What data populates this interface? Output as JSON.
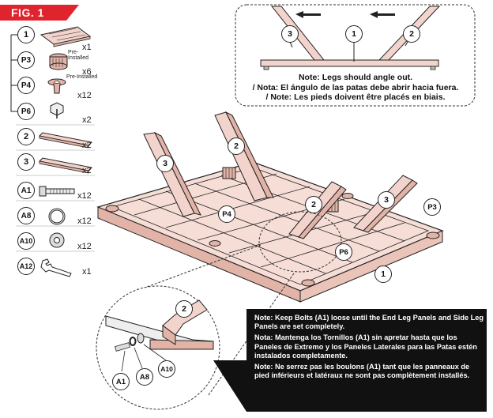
{
  "figure_label": "FIG. 1",
  "parts": [
    {
      "id": "1",
      "qty": "x1",
      "note": "Pre-Installed"
    },
    {
      "id": "P3",
      "qty": "x6",
      "note": "Pre-Installed"
    },
    {
      "id": "P4",
      "qty": "x12",
      "note": ""
    },
    {
      "id": "P6",
      "qty": "x2",
      "note": ""
    },
    {
      "id": "2",
      "qty": "x2",
      "note": ""
    },
    {
      "id": "3",
      "qty": "x2",
      "note": ""
    },
    {
      "id": "A1",
      "qty": "x12",
      "note": ""
    },
    {
      "id": "A8",
      "qty": "x12",
      "note": ""
    },
    {
      "id": "A10",
      "qty": "x12",
      "note": ""
    },
    {
      "id": "A12",
      "qty": "x1",
      "note": ""
    }
  ],
  "top_note": {
    "en": "Note: Legs should angle out.",
    "es": "/ Nota: El ángulo de las patas debe abrir hacia fuera.",
    "fr": "/ Note: Les pieds doivent être placés en biais."
  },
  "top_callouts": {
    "left": "3",
    "center": "1",
    "right": "2"
  },
  "main_callouts": {
    "leg3a": "3",
    "leg2a": "2",
    "leg2b": "2",
    "leg3b": "3",
    "p3": "P3",
    "p4": "P4",
    "p6": "P6",
    "frame": "1"
  },
  "detail_callouts": {
    "leg": "2",
    "bolt": "A1",
    "lock": "A8",
    "washer": "A10"
  },
  "bottom_note": {
    "en": "Note: Keep Bolts (A1) loose until the End Leg Panels and Side Leg Panels are set completely.",
    "es": "Nota: Mantenga los Tornillos (A1) sin apretar hasta que los Paneles de Extremo y los Paneles Laterales para las Patas estén instalados completamente.",
    "fr": "Note: Ne serrez pas les boulons (A1) tant que les panneaux de pied inférieurs et latéraux ne sont pas complètement installés."
  },
  "colors": {
    "accent": "#e0242e",
    "wood": "#f3d4cc",
    "wood_dark": "#e2b3a7",
    "ink": "#222222",
    "note_bg": "#111111"
  }
}
